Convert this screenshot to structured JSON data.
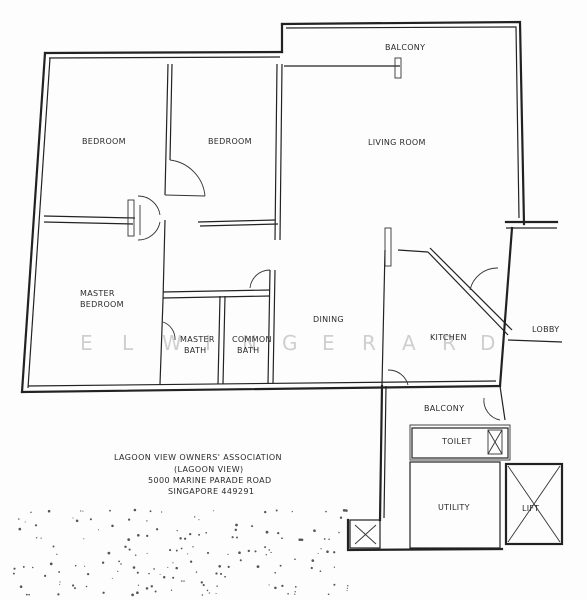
{
  "rooms": {
    "balcony_top": "BALCONY",
    "bedroom_1": "BEDROOM",
    "bedroom_2": "BEDROOM",
    "living_room": "LIVING ROOM",
    "master_bedroom_line1": "MASTER",
    "master_bedroom_line2": "BEDROOM",
    "master_bath_line1": "MASTER",
    "master_bath_line2": "BATH",
    "common_bath_line1": "COMMON",
    "common_bath_line2": "BATH",
    "dining": "DINING",
    "kitchen": "KITCHEN",
    "lobby": "LOBBY",
    "balcony_bottom": "BALCONY",
    "toilet": "TOILET",
    "utility": "UTILITY",
    "lift": "LIFT"
  },
  "address": {
    "line1": "LAGOON VIEW OWNERS' ASSOCIATION",
    "line2": "(LAGOON VIEW)",
    "line3": "5000 MARINE PARADE ROAD",
    "line4": "SINGAPORE 449291"
  },
  "watermark": [
    "E",
    "L",
    "W",
    "I",
    "N",
    "G",
    "E",
    "R",
    "A",
    "R",
    "D"
  ]
}
